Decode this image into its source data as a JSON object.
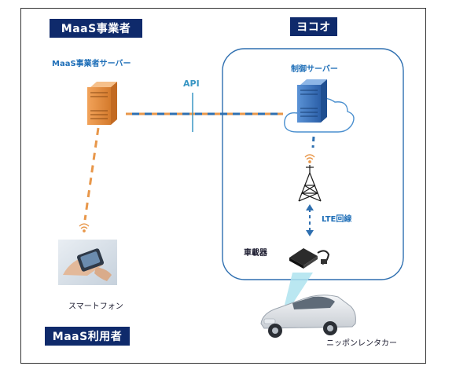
{
  "operator": {
    "badge": "MaaS事業者",
    "server_label": "MaaS事業者サーバー"
  },
  "yokoo": {
    "badge": "ヨコオ",
    "control_server_label": "制御サーバー",
    "onboard_device_label": "車載器",
    "lte_label": "LTE回線"
  },
  "api_label": "API",
  "user": {
    "phone_label": "スマートフォン",
    "badge": "MaaS利用者"
  },
  "car_label": "ニッポンレンタカー",
  "colors": {
    "navy": "#0f2a6b",
    "orange": "#e8974a",
    "blue": "#2e6fb0",
    "teal": "#3a97c4",
    "cloud_border": "#4a8fcf"
  }
}
